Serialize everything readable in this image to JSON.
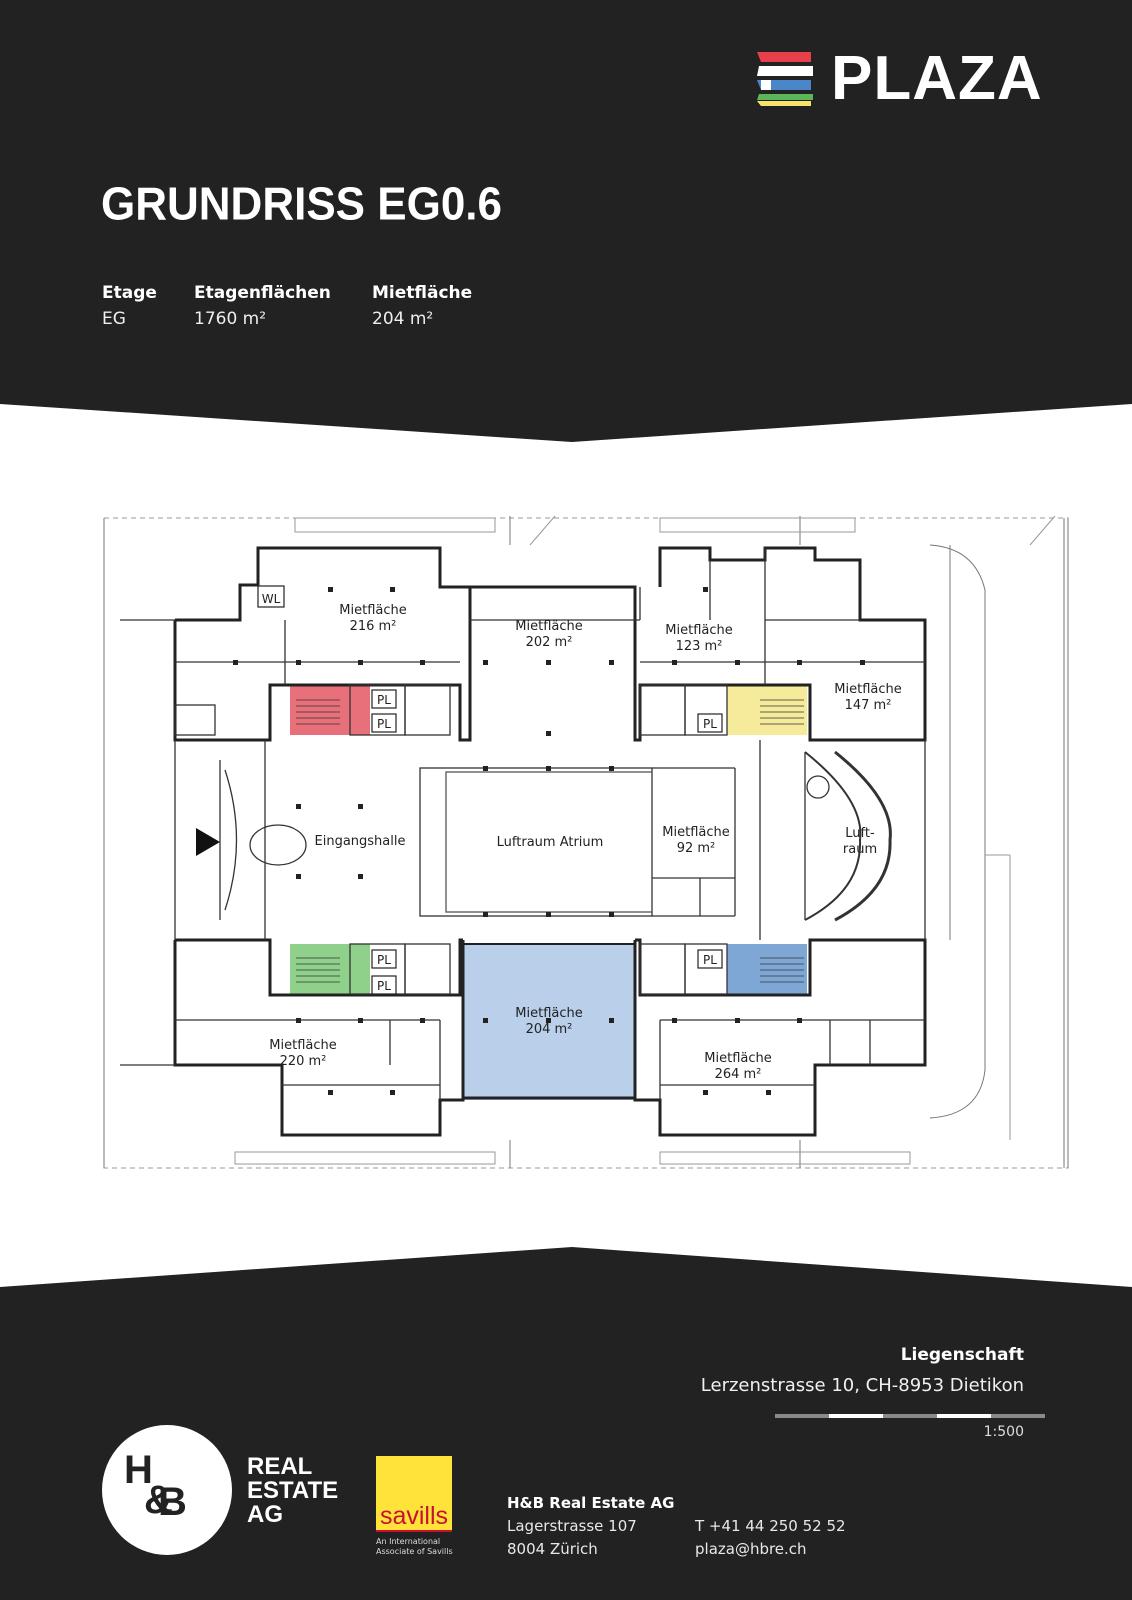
{
  "brand": {
    "name": "PLAZA",
    "colors": [
      "#e8404a",
      "#4a86c8",
      "#5bb55b",
      "#f7e36a"
    ]
  },
  "header": {
    "title": "GRUNDRISS EG0.6"
  },
  "stats": [
    {
      "label": "Etage",
      "value": "EG"
    },
    {
      "label": "Etagenflächen",
      "value": "1760 m²"
    },
    {
      "label": "Mietfläche",
      "value": "204 m²"
    }
  ],
  "plan": {
    "rooms": {
      "r216": [
        "Mietfläche",
        "216 m²"
      ],
      "r202": [
        "Mietfläche",
        "202 m²"
      ],
      "r123": [
        "Mietfläche",
        "123 m²"
      ],
      "r147": [
        "Mietfläche",
        "147 m²"
      ],
      "r92": [
        "Mietfläche",
        "92 m²"
      ],
      "r204": [
        "Mietfläche",
        "204 m²"
      ],
      "r220": [
        "Mietfläche",
        "220 m²"
      ],
      "r264": [
        "Mietfläche",
        "264 m²"
      ]
    },
    "eingang": "Eingangshalle",
    "atrium": "Luftraum Atrium",
    "luftraum": [
      "Luft-",
      "raum"
    ],
    "wl": "WL",
    "pl": "PL",
    "highlight_color": "#b9cfea",
    "stair_colors": {
      "red": "#e8707a",
      "yellow": "#f6eb9a",
      "green": "#8fd18b",
      "blue": "#7fa7d6"
    }
  },
  "footer": {
    "property_label": "Liegenschaft",
    "property_address": "Lerzenstrasse 10, CH-8953 Dietikon",
    "scale": "1:500",
    "logo_letters": [
      "H",
      "&",
      "B"
    ],
    "logo_text": [
      "REAL",
      "ESTATE",
      "AG"
    ],
    "savills": {
      "word": "savills",
      "sub": [
        "An International",
        "Associate of Savills"
      ]
    },
    "company": {
      "name": "H&B Real Estate AG",
      "street": "Lagerstrasse 107",
      "city": "8004 Zürich"
    },
    "contact": {
      "phone": "T +41 44 250 52 52",
      "email": "plaza@hbre.ch"
    }
  }
}
